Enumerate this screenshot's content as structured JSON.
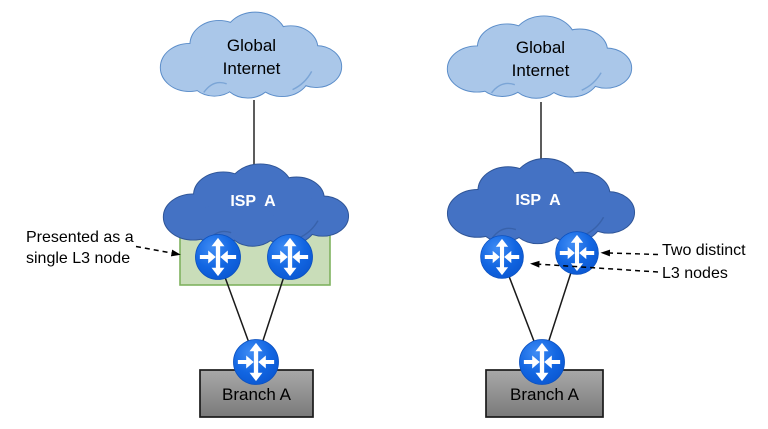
{
  "colors": {
    "internet_cloud_fill": "#AAC7E9",
    "internet_cloud_stroke": "#5B8DC9",
    "isp_cloud_fill": "#4472C4",
    "isp_cloud_stroke": "#2F5597",
    "green_box_fill": "#C9DDB9",
    "green_box_stroke": "#7FB25F",
    "router_fill": "#1266E2",
    "router_fill_light": "#3F8CF4",
    "router_fill_dark": "#0A55CF",
    "router_edge": "#0B51C0",
    "router_arrow": "#FFFFFF",
    "branch_box_fill_top": "#A8A8A8",
    "branch_box_fill_bottom": "#7A7A7A",
    "branch_box_stroke": "#1A1A1A",
    "connector": "#3F3F3F",
    "link": "#1A1A1A",
    "annotation_text": "#000000",
    "cloud_label_dark": "#FFFFFF"
  },
  "left_diagram": {
    "internet_cloud_label": "Global Internet",
    "isp_cloud_label": "ISP  A",
    "branch_label": "Branch A",
    "annotation_line1": "Presented as a",
    "annotation_line2": "single L3 node"
  },
  "right_diagram": {
    "internet_cloud_label": "Global Internet",
    "isp_cloud_label": "ISP  A",
    "branch_label": "Branch A",
    "annotation_line1": "Two distinct",
    "annotation_line2": "L3 nodes"
  }
}
